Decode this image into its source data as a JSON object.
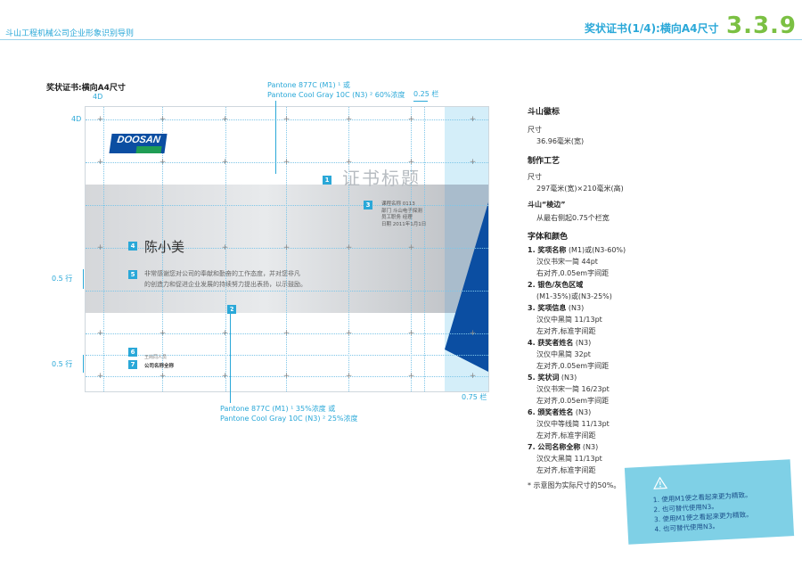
{
  "header": {
    "left_title": "斗山工程机械公司企业形象识别导则",
    "right_title": "奖状证书(1/4):横向A4尺寸",
    "section_number": "3.3.9"
  },
  "diagram": {
    "title": "奖状证书:横向A4尺寸",
    "margin_top_label": "4D",
    "margin_left_label": "4D",
    "pantone_top_line1": "Pantone 877C (M1) ¹ 或",
    "pantone_top_line2": "Pantone Cool Gray 10C (N3) ² 60%浓度",
    "col_025_label": "0.25 栏",
    "col_075_label": "0.75 栏",
    "row_05_a": "0.5 行",
    "row_05_b": "0.5 行",
    "pantone_bottom_line1": "Pantone 877C (M1) ¹ 35%浓度 或",
    "pantone_bottom_line2": "Pantone Cool Gray 10C (N3) ² 25%浓度",
    "logo_text": "DOOSAN",
    "cert_title": "证书标题",
    "info_lines": [
      "课程名称  0113",
      "部门  斗山电子探测",
      "员工职务  经理",
      "日期  2011年1月1日"
    ],
    "recipient_name": "陈小美",
    "body_line1": "非常感谢您对公司的奉献和勤奋的工作态度，并对您非凡",
    "body_line2": "的创造力和促进企业发展的持续努力提出表扬，以示鼓励。",
    "signer_name": "王尚同人员",
    "company_name": "公司名称全称",
    "markers": [
      "1",
      "2",
      "3",
      "4",
      "5",
      "6",
      "7"
    ]
  },
  "right_panel": {
    "logo_heading": "斗山徽标",
    "size_label": "尺寸",
    "logo_size": "36.96毫米(宽)",
    "craft_heading": "制作工艺",
    "craft_size_label": "尺寸",
    "craft_size": "297毫米(宽)×210毫米(高)",
    "edge_heading": "斗山“棱边”",
    "edge_desc": "从最右侧起0.75个栏宽",
    "font_color_heading": "字体和颜色",
    "items": [
      {
        "title": "1. 奖项名称",
        "lines": [
          "(M1)或(N3-60%)",
          "汉仪书宋一简  44pt",
          "右对齐,0.05em字间距"
        ],
        "title_suffix": " (M1)或(N3-60%)"
      },
      {
        "title": "2. 银色/灰色区域",
        "lines": [
          "(M1-35%)或(N3-25%)"
        ]
      },
      {
        "title": "3. 奖项信息",
        "suffix": " (N3)",
        "lines": [
          "汉仪中黑简  11/13pt",
          "左对齐,标准字间距"
        ]
      },
      {
        "title": "4. 获奖者姓名",
        "suffix": " (N3)",
        "lines": [
          "汉仪中黑简  32pt",
          "左对齐,0.05em字间距"
        ]
      },
      {
        "title": "5. 奖状词",
        "suffix": " (N3)",
        "lines": [
          "汉仪书宋一简  16/23pt",
          "左对齐,0.05em字间距"
        ]
      },
      {
        "title": "6. 颁奖者姓名",
        "suffix": " (N3)",
        "lines": [
          "汉仪中等线简  11/13pt",
          "左对齐,标准字间距"
        ]
      },
      {
        "title": "7. 公司名称全称",
        "suffix": " (N3)",
        "lines": [
          "汉仪大黑简  11/13pt",
          "左对齐,标准字间距"
        ]
      }
    ],
    "footnote": "* 示意图为实际尺寸的50%。"
  },
  "notes_box": {
    "lines": [
      "1. 使用M1使之看起来更为精致。",
      "2. 也可替代使用N3。",
      "3. 使用M1使之看起来更为精致。",
      "4. 也可替代使用N3。"
    ]
  },
  "colors": {
    "accent_cyan": "#2aa8d8",
    "doosan_blue": "#0b4ea2",
    "silver_band": "#c9ccd0",
    "note_box": "#7fd0e6"
  }
}
